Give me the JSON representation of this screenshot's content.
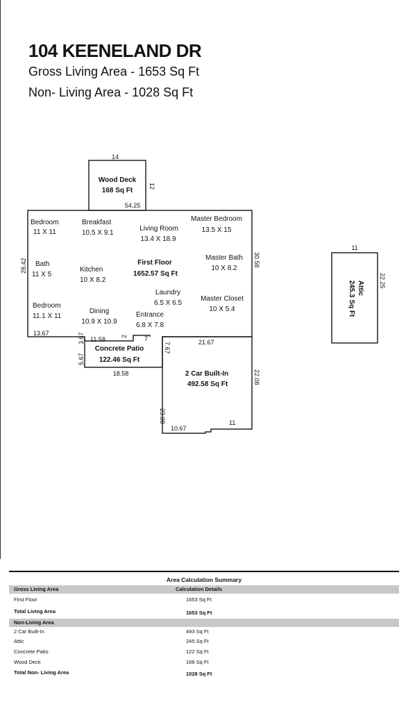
{
  "header": {
    "title": "104 KEENELAND DR",
    "gross_living": "Gross Living Area - 1653 Sq Ft",
    "non_living": "Non- Living Area - 1028 Sq Ft"
  },
  "floorplan": {
    "deck": {
      "name": "Wood Deck",
      "area": "168 Sq Ft",
      "dim_top": "14",
      "dim_side": "12"
    },
    "dims": {
      "top_main": "54.25",
      "left_main": "28.42",
      "right_main": "30.58",
      "bottom_left": "13.67",
      "dim_367": "3.67",
      "dim_567": "5.67",
      "dim_1158": "11.58",
      "dim_2": "2",
      "dim_7": "7",
      "dim_767": "7.67",
      "dim_2167": "21.67",
      "dim_1858": "18.58",
      "dim_2308": "23.08",
      "dim_2208": "22.08",
      "dim_1067": "10.67",
      "dim_11_garage": "11"
    },
    "rooms": [
      {
        "name": "Bedroom",
        "size": "11 X 11"
      },
      {
        "name": "Breakfast",
        "size": "10.5 X 9.1"
      },
      {
        "name": "Living Room",
        "size": "13.4 X 18.9"
      },
      {
        "name": "Master Bedroom",
        "size": "13.5 X 15"
      },
      {
        "name": "Bath",
        "size": "11 X 5"
      },
      {
        "name": "Kitchen",
        "size": "10 X 8.2"
      },
      {
        "name": "Master Bath",
        "size": "10 X 8.2"
      },
      {
        "name": "Laundry",
        "size": "6.5 X 6.5"
      },
      {
        "name": "Master Closet",
        "size": "10 X 5.4"
      },
      {
        "name": "Bedroom",
        "size": "11.1 X 11"
      },
      {
        "name": "Dining",
        "size": "10.9 X 10.9"
      },
      {
        "name": "Entrance",
        "size": "6.8 X 7.8"
      }
    ],
    "first_floor": {
      "name": "First Floor",
      "area": "1652.57 Sq Ft"
    },
    "patio": {
      "name": "Concrete Patio",
      "area": "122.46 Sq Ft"
    },
    "garage": {
      "name": "2 Car Built-In",
      "area": "492.58 Sq Ft"
    },
    "attic": {
      "name": "Attic",
      "area": "245.3 Sq Ft",
      "dim_top": "11",
      "dim_side": "22.25"
    }
  },
  "summary": {
    "title": "Area Calculation Summary",
    "details_label": "Calculation Details",
    "gross_header": "Gross Living Area",
    "first_floor_label": "First Floor",
    "first_floor_value": "1653 Sq Ft",
    "total_living_label": "Total Living Area",
    "total_living_value": "1653 Sq Ft",
    "non_living_header": "Non-Living Area",
    "items": [
      {
        "label": "2 Car Built-In",
        "value": "493 Sq Ft"
      },
      {
        "label": "Attic",
        "value": "245 Sq Ft"
      },
      {
        "label": "Concrete Patio",
        "value": "122 Sq Ft"
      },
      {
        "label": "Wood Deck",
        "value": "168 Sq Ft"
      }
    ],
    "total_non_living_label": "Total Non- Living Area",
    "total_non_living_value": "1028 Sq Ft"
  }
}
